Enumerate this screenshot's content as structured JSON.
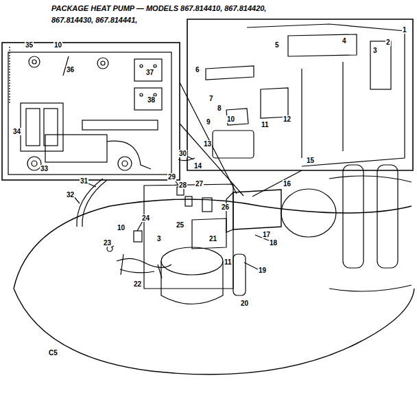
{
  "diagram": {
    "title": "PACKAGE HEAT PUMP — MODELS 867.814410, 867.814420, 867.814430, 867.814441,",
    "labels": [
      "35",
      "10",
      "36",
      "37",
      "38",
      "34",
      "33",
      "1",
      "2",
      "3",
      "4",
      "5",
      "6",
      "7",
      "8",
      "9",
      "10",
      "11",
      "12",
      "13",
      "14",
      "15",
      "30",
      "29",
      "28",
      "27",
      "26",
      "16",
      "25",
      "24",
      "10",
      "23",
      "22",
      "21",
      "17",
      "18",
      "19",
      "20",
      "11",
      "3",
      "31",
      "32",
      "C5"
    ]
  }
}
